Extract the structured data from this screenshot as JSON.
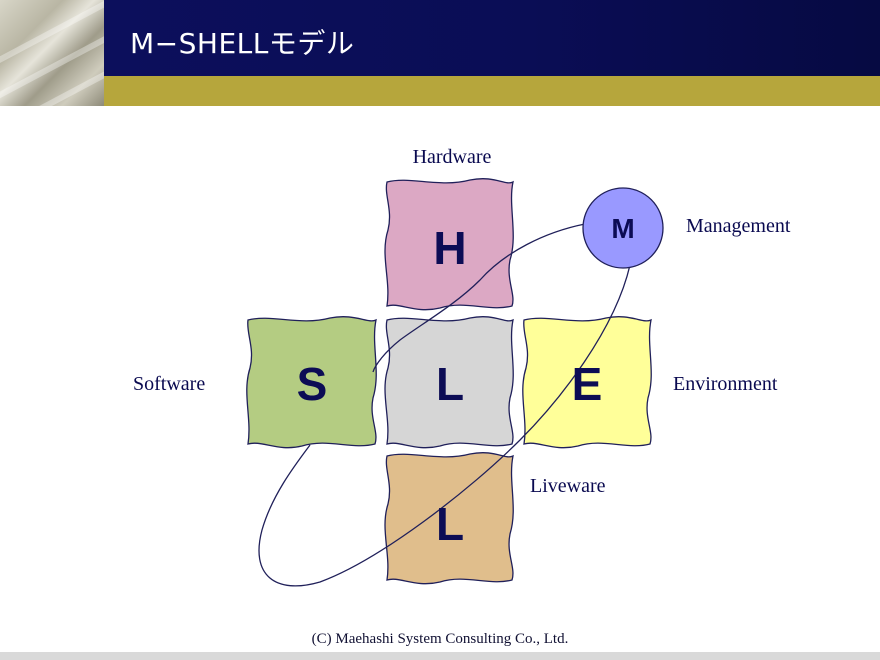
{
  "slide": {
    "title": "M−SHELLモデル",
    "footer": "(C) Maehashi System Consulting Co., Ltd."
  },
  "diagram": {
    "blocks": [
      {
        "id": "hardware",
        "letter": "H",
        "label": "Hardware",
        "color": "#dca8c4"
      },
      {
        "id": "software",
        "letter": "S",
        "label": "Software",
        "color": "#b4cc82"
      },
      {
        "id": "liveware-center",
        "letter": "L",
        "label": "",
        "color": "#d6d6d6"
      },
      {
        "id": "environment",
        "letter": "E",
        "label": "Environment",
        "color": "#ffff99"
      },
      {
        "id": "liveware-bottom",
        "letter": "L",
        "label": "Liveware",
        "color": "#e0be8c"
      }
    ],
    "management": {
      "letter": "M",
      "label": "Management",
      "color": "#9999ff"
    },
    "colors": {
      "outline": "#20205a",
      "text": "#0c0c55",
      "header_bg": "#0c0f5c",
      "accent_bar": "#b6a63c"
    }
  }
}
